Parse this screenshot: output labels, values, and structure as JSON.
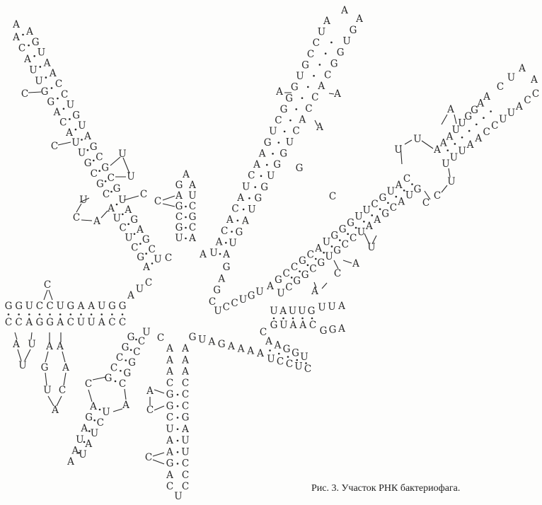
{
  "caption": "Рис. 3. Участок РНК бактериофага.",
  "strands": {
    "h1_apex": "A",
    "h1_L1": "ACAUU",
    "h1_R1": "AGUAACCUGUAGCGCG",
    "h1_L2": "GGACA",
    "h1_L3": "UUGCGC",
    "h1_L4": "AUCUCGA",
    "h1_R2": "UAGAGCU",
    "h1_s1": "C",
    "h1_s2": "C",
    "h1_s3": "U",
    "h1_s4": "U",
    "h1_s5": "U",
    "h1_s6": "C",
    "h1_s7": "A",
    "h1_s8": "C",
    "h1_s9": "C",
    "h2_apex": "A",
    "h2_L": "GAGCGU",
    "h2_R": "AUCGCA",
    "h2_s1": "C",
    "h2_s2": "A",
    "h3_apex": "A",
    "h3_L": "AUCCGUGGGCUGAACUACACAU",
    "h3_R": "AGUGGCACCACUGGUGGUAGUA",
    "h3_s1": "A",
    "h3_s2": "A",
    "h3_s3": "A",
    "h3_s4": "G",
    "link_1": "GAGC",
    "link_2": "UCCUGU",
    "h4_U": "AGCCGCAUGGGUUCGUAC",
    "h4_L": "UCGGCGUGCCUAAGCAUG",
    "h4_s1": "C",
    "h4_s2": "A",
    "h4_s3": "C",
    "h4_s4": "A",
    "h4_s5": "U",
    "h4_s6": "C",
    "h4_s7": "C",
    "h4_s8": "U",
    "h4_s9": "U",
    "h4_s10": "U",
    "h5_U1": "AAAUUGGAA",
    "h5_U2": "CUA",
    "h5_apex": "A",
    "h5_L": "UUUAACCUUACC",
    "h5_s1": "A",
    "b1_top": "GGUCCUGAAUGG",
    "b1_auc": "AUC",
    "b1_c": "C",
    "b1_bot": "CCAGGACUUACC",
    "b1_s1": "A",
    "b1_s2": "U",
    "b1_s3": "U",
    "b1_s4": "A",
    "b1_s5": "A",
    "b1_s6": "G",
    "b1_s7": "A",
    "b1_s8": "U",
    "b1_s9": "C",
    "b1_s10": "A",
    "b2_u": "U",
    "b2_c": "C",
    "b2_L": "GGCCG",
    "b2_R": "CCGGC",
    "b2_s1": "C",
    "b2_s2": "A",
    "b2_L2": "AGAUAA",
    "b2_R2": "UCUAU",
    "b3_L": "AAACGGCUAAGAC",
    "b3_R": "AAACCCGAUUCCC",
    "b3_apex": "U",
    "b3_s1": "A",
    "b3_s2": "C",
    "b3_s3": "C",
    "b4_1": "GUAGAAAA",
    "b4_2": "UCCUC",
    "b4_3": "AAGGU",
    "b4_c": "C",
    "b4_4": "GUAAC",
    "b4_5": "GGA",
    "b4_6": "UAUUG",
    "b4_7": "UUA"
  }
}
